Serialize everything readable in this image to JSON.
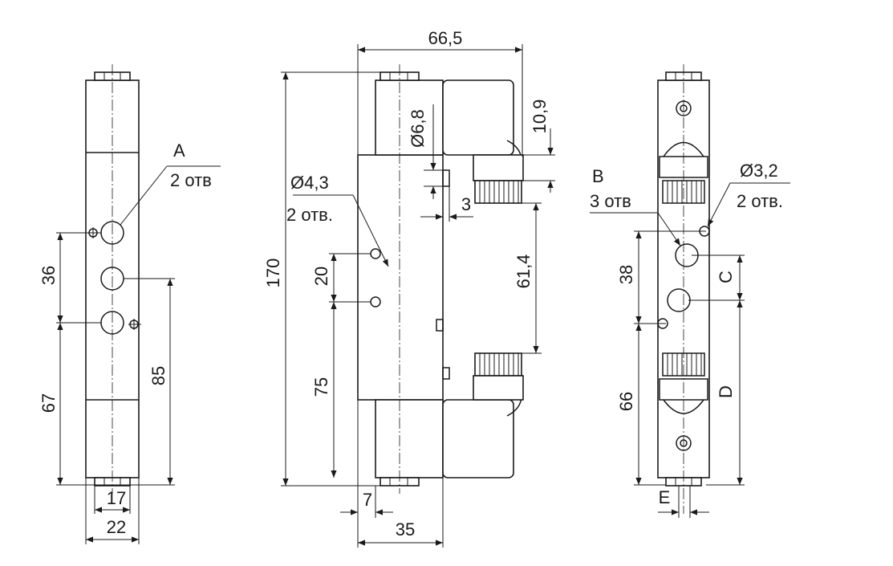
{
  "dimensions": {
    "overall_width": "66,5",
    "overall_height": "170",
    "top_offset": "10,9",
    "coil_port_dia": "Ø6,8",
    "coil_step": "3",
    "coil_spacing": "61,4",
    "mount_hole_dia": "Ø4,3",
    "mount_hole_count": "2 отв.",
    "mount_hole_pitch": "20",
    "mount_hole_height": "75",
    "side_offset": "7",
    "body_depth": "35",
    "left_spacing_a": "36",
    "left_height_a": "67",
    "left_height_b": "85",
    "left_width_inner": "17",
    "left_width_outer": "22",
    "right_spacing_b": "38",
    "right_height_b": "66",
    "right_small_hole_dia": "Ø3,2",
    "right_small_hole_count": "2 отв.",
    "right_label_c": "C",
    "right_label_d": "D",
    "right_label_e": "E"
  },
  "callouts": {
    "port_a_label": "A",
    "port_a_count": "2 отв",
    "port_b_label": "B",
    "port_b_count": "3 отв"
  }
}
